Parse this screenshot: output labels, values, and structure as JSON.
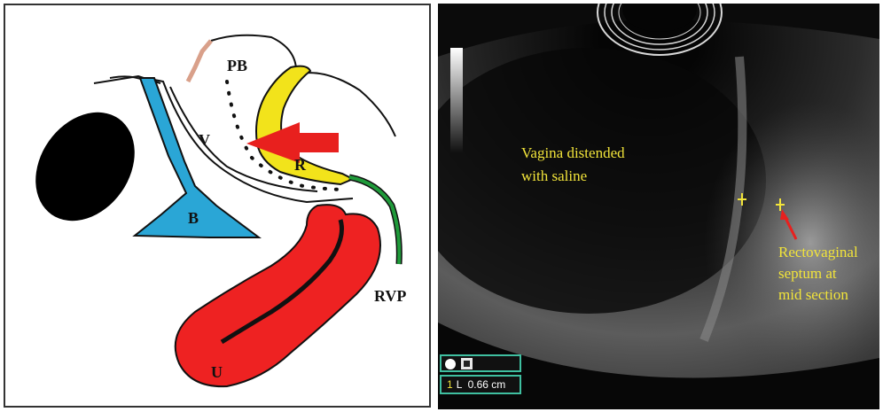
{
  "diagram": {
    "labels": {
      "pb": "PB",
      "v": "V",
      "r": "R",
      "b": "B",
      "rvp": "RVP",
      "u": "U"
    },
    "colors": {
      "bladder": "#2aa6d6",
      "rectum": "#f2e31b",
      "uterus": "#ee2222",
      "arrow": "#e8201e",
      "perineal_body_tip": "#d9a08a",
      "rectovaginal_pouch_line": "#1f9a3a",
      "bone": "#000000"
    }
  },
  "ultrasound": {
    "annotation_vagina": [
      "Vagina distended",
      "with saline"
    ],
    "annotation_septum": [
      "Rectovaginal",
      "septum at",
      "mid section"
    ],
    "measurement": {
      "index": "1",
      "text": "L  0.66 cm"
    },
    "text_color": "#f2e43a"
  }
}
